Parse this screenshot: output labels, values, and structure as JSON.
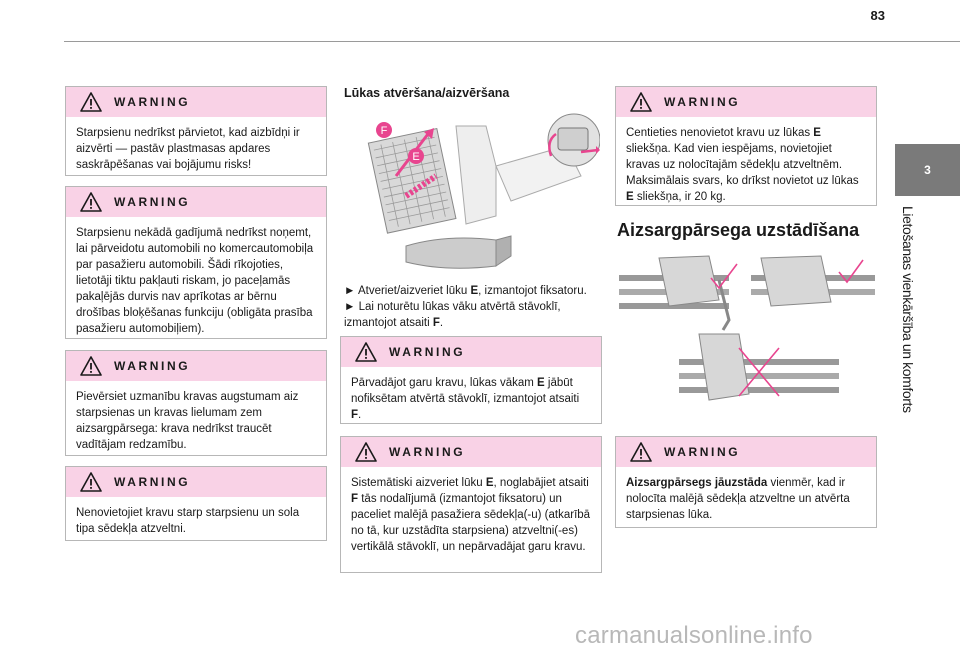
{
  "page": {
    "number": "83",
    "chapter_number": "3",
    "chapter_title": "Lietošanas vienkāršība un komforts"
  },
  "warning_label": "WARNING",
  "column1": {
    "warnings": [
      {
        "text": "Starpsienu nedrīkst pārvietot, kad aizbīdņi ir aizvērti — pastāv plastmasas apdares saskrāpēšanas vai bojājumu risks!"
      },
      {
        "text": "Starpsienu nekādā gadījumā nedrīkst noņemt, lai pārveidotu automobili no komercautomobiļa par pasažieru automobili. Šādi rīkojoties, lietotāji tiktu pakļauti riskam, jo paceļamās pakaļējās durvis nav aprīkotas ar bērnu drošības bloķēšanas funkciju (obligāta prasība pasažieru automobiļiem)."
      },
      {
        "text": "Pievērsiet uzmanību kravas augstumam aiz starpsienas un kravas lielumam zem aizsargpārsega: krava nedrīkst traucēt vadītājam redzamību."
      },
      {
        "text": "Nenovietojiet kravu starp starpsienu un sola tipa sēdekļa atzveltni."
      }
    ]
  },
  "column2": {
    "section_title": "Lūkas atvēršana/aizvēršana",
    "callouts": {
      "F": "F",
      "E": "E"
    },
    "instructions": {
      "line1_pre": "Atveriet/aizveriet lūku ",
      "line1_bold": "E",
      "line1_post": ", izmantojot fiksatoru.",
      "line2_pre": "Lai noturētu lūkas vāku atvērtā stāvoklī, izmantojot atsaiti ",
      "line2_bold": "F",
      "line2_post": ".",
      "marker": "►"
    },
    "warnings": [
      {
        "pre": "Pārvadājot garu kravu, lūkas vākam ",
        "b1": "E",
        "mid": " jābūt nofiksētam atvērtā stāvoklī, izmantojot atsaiti ",
        "b2": "F",
        "post": "."
      },
      {
        "pre": "Sistemātiski aizveriet lūku ",
        "b1": "E",
        "mid": ", noglabājiet atsaiti ",
        "b2": "F",
        "post": " tās nodalījumā (izmantojot fiksatoru) un paceliet malējā pasažiera sēdekļa(-u) (atkarībā no tā, kur uzstādīta starpsiena) atzveltni(-es) vertikālā stāvoklī, un nepārvadājat garu kravu."
      }
    ]
  },
  "column3": {
    "warning1": {
      "pre": "Centieties nenovietot kravu uz lūkas ",
      "b1": "E",
      "mid": " sliekšņa. Kad vien iespējams, novietojiet kravas uz nolocītajām sēdekļu atzveltnēm. Maksimālais svars, ko drīkst novietot uz lūkas ",
      "b2": "E",
      "post": " sliekšņa, ir 20 kg."
    },
    "section_title": "Aizsargpārsega uzstādīšana",
    "warning2": {
      "b1": "Aizsargpārsegs jāuzstāda",
      "post": " vienmēr, kad ir nolocīta malējā sēdekļa atzveltne un atvērta starpsienas lūka."
    }
  },
  "footer": {
    "watermark": "carmanualsonline.info"
  },
  "colors": {
    "warning_header": "#f9d2e6",
    "accent_pink": "#e8458f",
    "chapter_tab": "#7a7a7a"
  }
}
